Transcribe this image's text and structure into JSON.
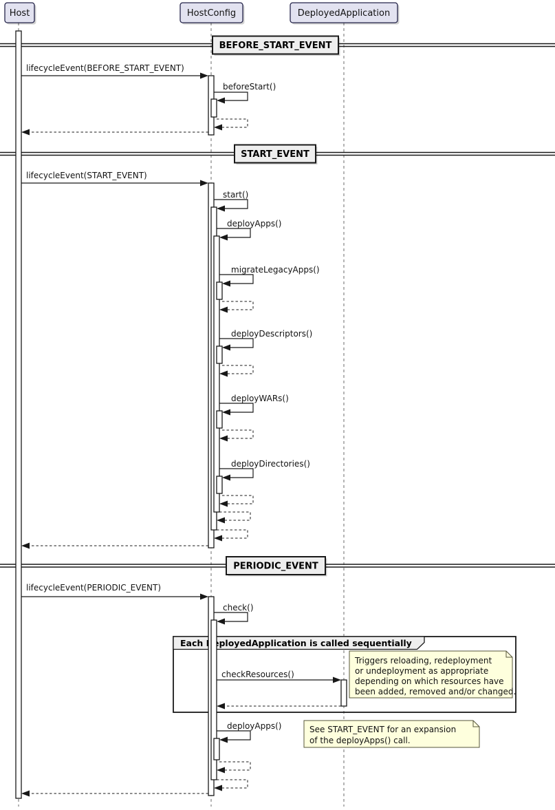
{
  "diagram": {
    "participants": [
      {
        "label": "Host"
      },
      {
        "label": "HostConfig"
      },
      {
        "label": "DeployedApplication"
      }
    ],
    "dividers": [
      {
        "label": "BEFORE_START_EVENT"
      },
      {
        "label": "START_EVENT"
      },
      {
        "label": "PERIODIC_EVENT"
      }
    ],
    "messages": {
      "lifecycle_before_start": "lifecycleEvent(BEFORE_START_EVENT)",
      "before_start": "beforeStart()",
      "lifecycle_start": "lifecycleEvent(START_EVENT)",
      "start": "start()",
      "deploy_apps": "deployApps()",
      "migrate_legacy_apps": "migrateLegacyApps()",
      "deploy_descriptors": "deployDescriptors()",
      "deploy_wars": "deployWARs()",
      "deploy_directories": "deployDirectories()",
      "lifecycle_periodic": "lifecycleEvent(PERIODIC_EVENT)",
      "check": "check()",
      "check_resources": "checkResources()",
      "deploy_apps_2": "deployApps()"
    },
    "group": {
      "title": "Each DeployedApplication is called sequentially"
    },
    "notes": [
      {
        "lines": [
          "Triggers reloading, redeployment",
          "or undeployment as appropriate",
          "depending on which resources have",
          "been added, removed and/or changed."
        ]
      },
      {
        "lines": [
          "See START_EVENT for an expansion",
          "of the deployApps() call."
        ]
      }
    ],
    "colors": {
      "participant_fill": "#E2E2F0",
      "participant_border": "#24244a",
      "divider_fill": "#EEEEEE",
      "group_header_fill": "#EEEEEE",
      "note_fill": "#FEFFDD",
      "note_border": "#55553a",
      "line": "#181818",
      "lifeline": "#6a6a6a"
    }
  }
}
